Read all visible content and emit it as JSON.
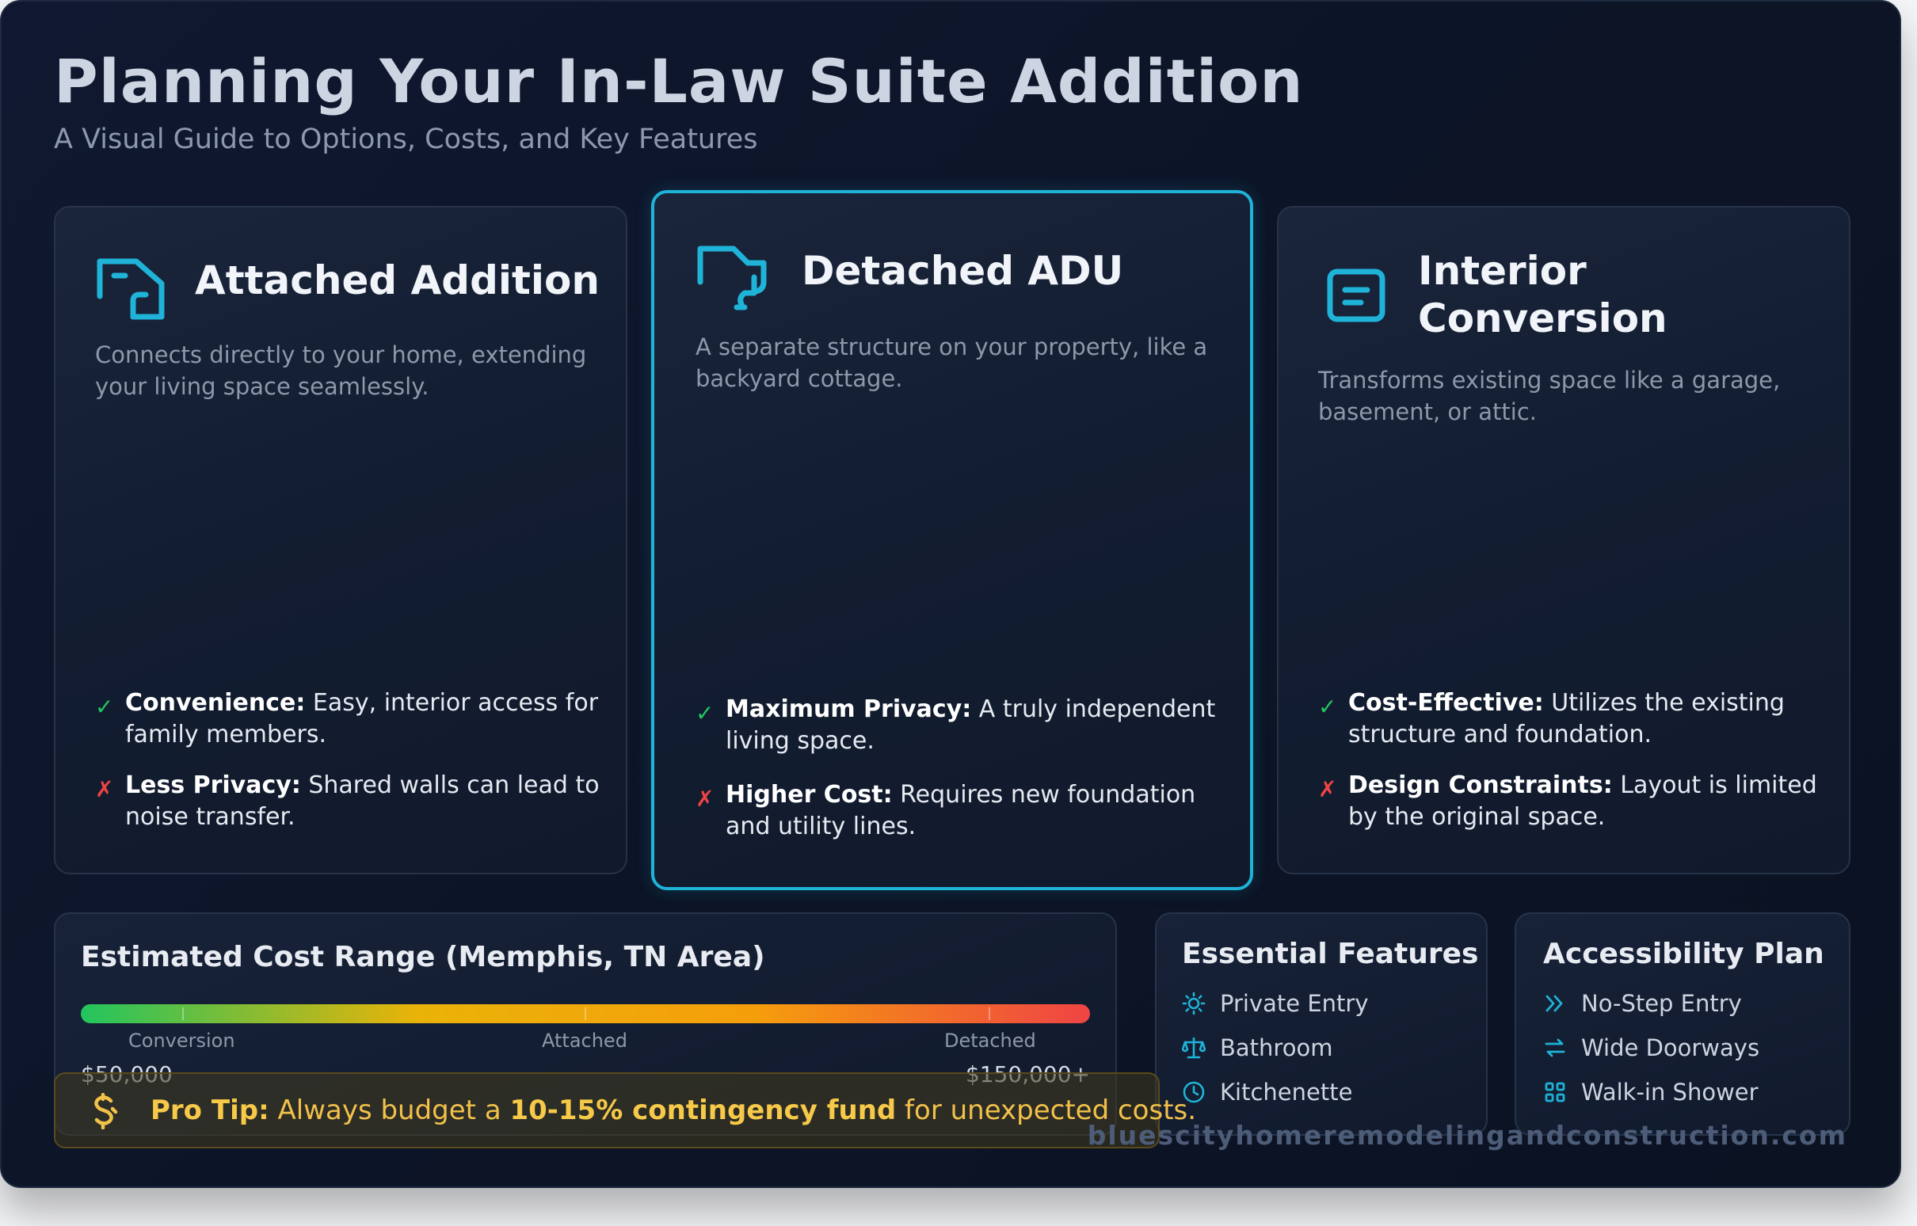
{
  "header": {
    "title": "Planning Your In-Law Suite Addition",
    "subtitle": "A Visual Guide to Options, Costs, and Key Features"
  },
  "options": [
    {
      "icon": "attached-home-icon",
      "title": "Attached Addition",
      "description": "Connects directly to your home, extending your living space seamlessly.",
      "pro": {
        "label": "Convenience:",
        "text": " Easy, interior access for family members."
      },
      "con": {
        "label": "Less Privacy:",
        "text": " Shared walls can lead to noise transfer."
      }
    },
    {
      "icon": "detached-house-icon",
      "title": "Detached ADU",
      "description": "A separate structure on your property, like a backyard cottage.",
      "pro": {
        "label": "Maximum Privacy:",
        "text": " A truly independent living space."
      },
      "con": {
        "label": "Higher Cost:",
        "text": " Requires new foundation and utility lines."
      }
    },
    {
      "icon": "document-icon",
      "title": "Interior Conversion",
      "description": "Transforms existing space like a garage, basement, or attic.",
      "pro": {
        "label": "Cost-Effective:",
        "text": " Utilizes the existing structure and foundation."
      },
      "con": {
        "label": "Design Constraints:",
        "text": " Layout is limited by the original space."
      }
    }
  ],
  "cost": {
    "title": "Estimated Cost Range (Memphis, TN Area)",
    "markers": [
      "Conversion",
      "Attached",
      "Detached"
    ],
    "min_label": "$50,000",
    "max_label": "$150,000+",
    "gradient": [
      "#22c55e",
      "#eab308",
      "#f59e0b",
      "#ef4444"
    ]
  },
  "features": {
    "title": "Essential Features",
    "items": [
      {
        "icon": "sun-icon",
        "label": "Private Entry"
      },
      {
        "icon": "scale-icon",
        "label": "Bathroom"
      },
      {
        "icon": "clock-icon",
        "label": "Kitchenette"
      }
    ]
  },
  "accessibility": {
    "title": "Accessibility Plan",
    "items": [
      {
        "icon": "double-chevron-right-icon",
        "label": "No-Step Entry"
      },
      {
        "icon": "swap-arrows-icon",
        "label": "Wide Doorways"
      },
      {
        "icon": "grid-icon",
        "label": "Walk-in Shower"
      }
    ]
  },
  "tip": {
    "icon": "money-tip-icon",
    "label": "Pro Tip:",
    "text_before": " Always budget a ",
    "emphasis": "10-15% contingency fund",
    "text_after": " for unexpected costs."
  },
  "watermark": "bluescityhomeremodelingandconstruction.com",
  "colors": {
    "accent": "#1fb3d8",
    "pro": "#22c55e",
    "con": "#ef4444",
    "tip": "#f2c14a"
  }
}
